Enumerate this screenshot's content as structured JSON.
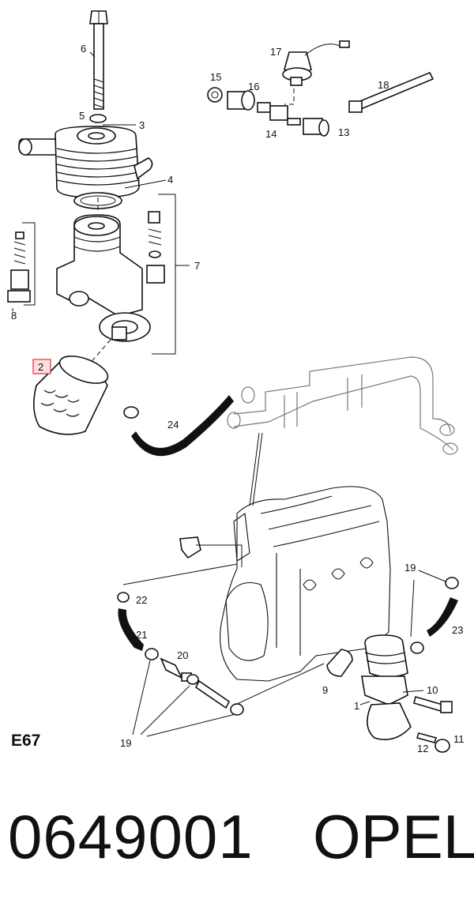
{
  "diagram_code": "E67",
  "part_number": "0649001",
  "brand": "OPEL",
  "highlight_color": "#e0303a",
  "callouts": {
    "c1": "1",
    "c2": "2",
    "c3": "3",
    "c4": "4",
    "c5": "5",
    "c6": "6",
    "c7": "7",
    "c8": "8",
    "c9": "9",
    "c10": "10",
    "c11": "11",
    "c12": "12",
    "c13": "13",
    "c14": "14",
    "c15": "15",
    "c16": "16",
    "c17": "17",
    "c18": "18",
    "c19a": "19",
    "c19b": "19",
    "c20": "20",
    "c21": "21",
    "c22": "22",
    "c23": "23",
    "c24": "24"
  }
}
